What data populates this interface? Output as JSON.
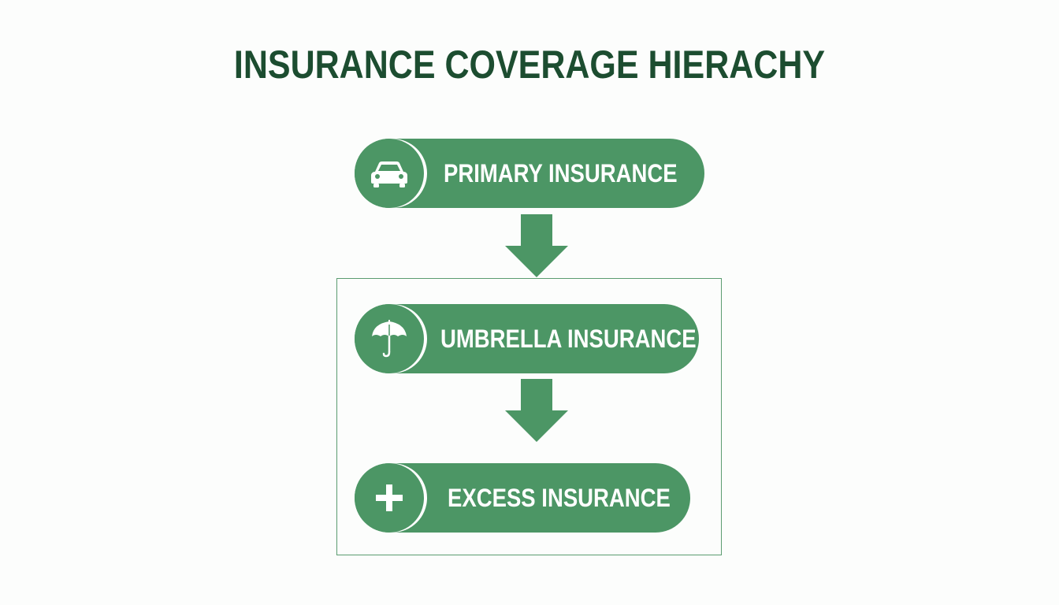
{
  "title": "INSURANCE COVERAGE HIERACHY",
  "colors": {
    "title": "#1c4d30",
    "pill": "#4c9665",
    "arrow": "#4c9665",
    "box_border": "#5b9c70",
    "text_on_pill": "#ffffff"
  },
  "tiers": [
    {
      "label": "PRIMARY INSURANCE",
      "icon": "car-icon"
    },
    {
      "label": "UMBRELLA INSURANCE",
      "icon": "umbrella-icon"
    },
    {
      "label": "EXCESS INSURANCE",
      "icon": "plus-icon"
    }
  ]
}
